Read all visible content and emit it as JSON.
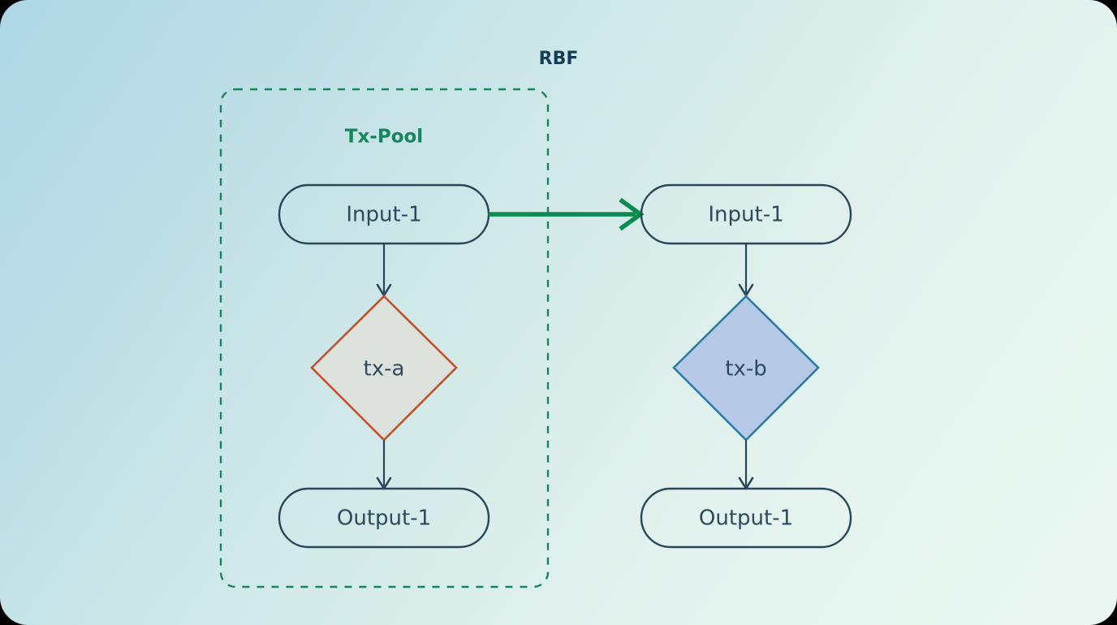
{
  "diagram": {
    "title": "RBF",
    "type": "flowchart",
    "background": {
      "gradient_from": "#aed6e4",
      "gradient_to": "#eaf7f2"
    },
    "colors": {
      "title_text": "#123f56",
      "group_accent": "#14875a",
      "node_stroke": "#29465b",
      "node_text": "#2d4a5d",
      "tx_a_stroke": "#c2502a",
      "tx_a_fill": "#dde3dc",
      "tx_b_stroke": "#2b7ba5",
      "tx_b_fill": "#b6c9e6",
      "rbf_arrow": "#0d8a52"
    },
    "group": {
      "label": "Tx-Pool",
      "style": "dashed-rounded-box"
    },
    "nodes": [
      {
        "id": "in-a",
        "label": "Input-1",
        "shape": "stadium",
        "group": "Tx-Pool"
      },
      {
        "id": "tx-a",
        "label": "tx-a",
        "shape": "diamond",
        "group": "Tx-Pool"
      },
      {
        "id": "out-a",
        "label": "Output-1",
        "shape": "stadium",
        "group": "Tx-Pool"
      },
      {
        "id": "in-b",
        "label": "Input-1",
        "shape": "stadium",
        "group": ""
      },
      {
        "id": "tx-b",
        "label": "tx-b",
        "shape": "diamond",
        "group": ""
      },
      {
        "id": "out-b",
        "label": "Output-1",
        "shape": "stadium",
        "group": ""
      }
    ],
    "edges": [
      {
        "from": "in-a",
        "to": "tx-a",
        "style": "solid-thin",
        "label": ""
      },
      {
        "from": "tx-a",
        "to": "out-a",
        "style": "solid-thin",
        "label": ""
      },
      {
        "from": "in-a",
        "to": "in-b",
        "style": "solid-thick-green",
        "label": ""
      },
      {
        "from": "in-b",
        "to": "tx-b",
        "style": "solid-thin",
        "label": ""
      },
      {
        "from": "tx-b",
        "to": "out-b",
        "style": "solid-thin",
        "label": ""
      }
    ]
  }
}
